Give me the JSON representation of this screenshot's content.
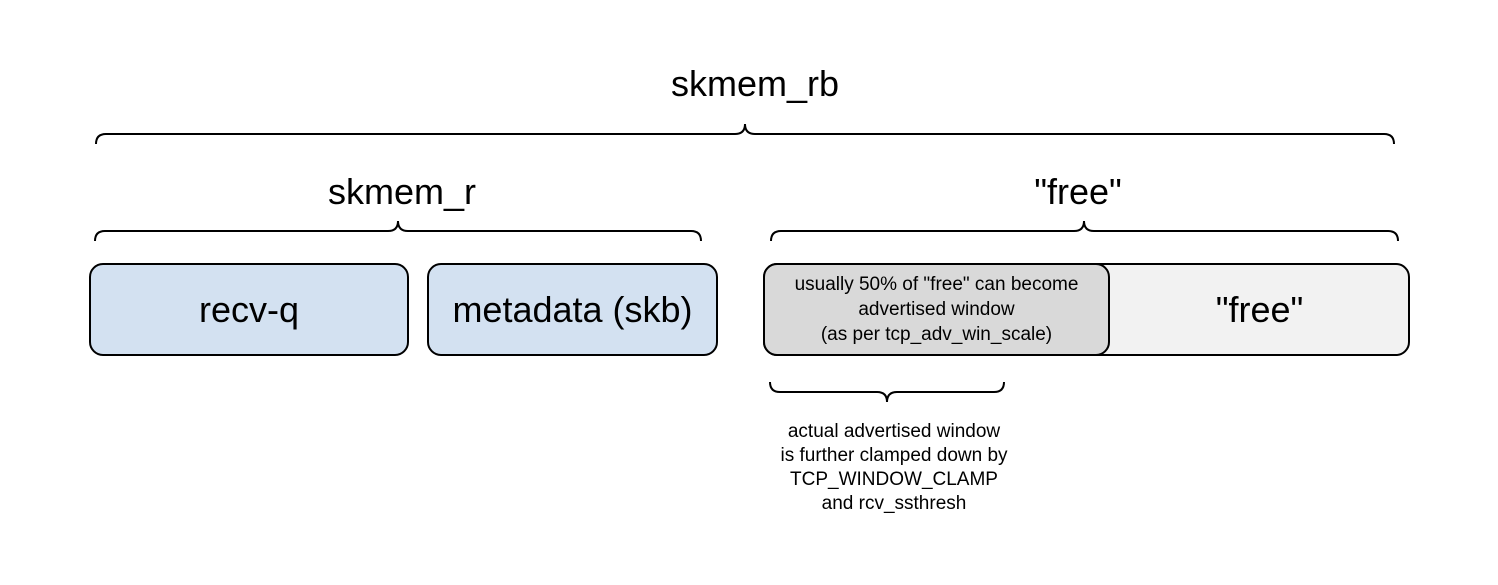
{
  "titles": {
    "skmem_rb": "skmem_rb",
    "skmem_r": "skmem_r",
    "free": "\"free\""
  },
  "boxes": {
    "recv_q": "recv-q",
    "metadata": "metadata (skb)",
    "free": "\"free\"",
    "advertised": [
      "usually 50% of \"free\" can become",
      "advertised window",
      "(as per tcp_adv_win_scale)"
    ]
  },
  "note": [
    "actual advertised window",
    "is further clamped down by",
    "TCP_WINDOW_CLAMP",
    "and rcv_ssthresh"
  ],
  "colors": {
    "recv_q_fill": "#d3e1f1",
    "metadata_fill": "#d3e1f1",
    "free_fill": "#f2f2f2",
    "advertised_fill": "#d9d9d9",
    "stroke": "#000000"
  }
}
